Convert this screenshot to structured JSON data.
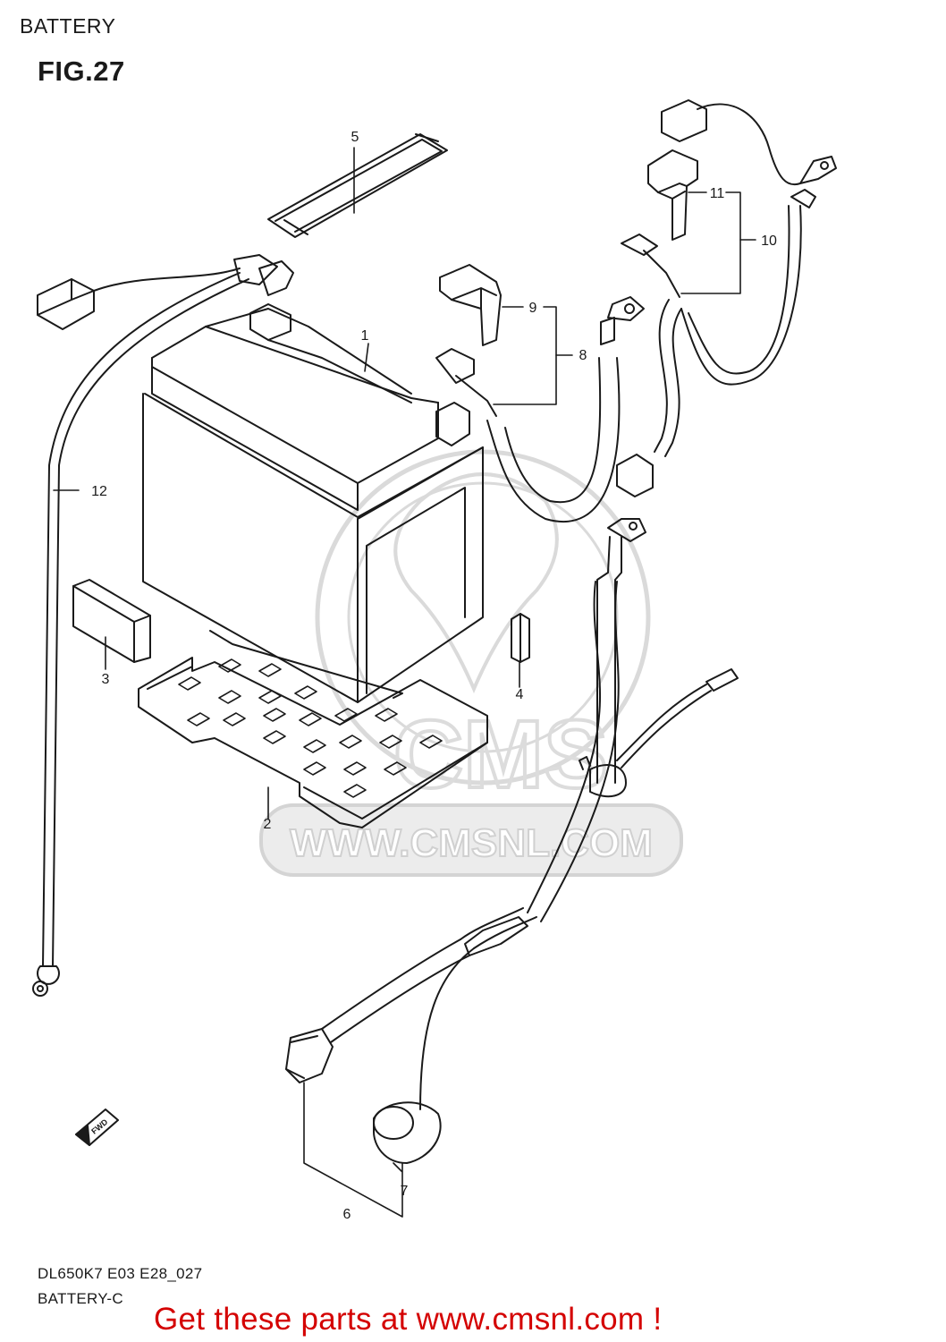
{
  "section_title": "BATTERY",
  "figure_label": "FIG.27",
  "watermark": {
    "emblem": "CMS",
    "url": "WWW.CMSNL.COM"
  },
  "fwd_marker": "FWD",
  "callouts": [
    {
      "id": "c1",
      "label": "1"
    },
    {
      "id": "c2",
      "label": "2"
    },
    {
      "id": "c3",
      "label": "3"
    },
    {
      "id": "c4",
      "label": "4"
    },
    {
      "id": "c5",
      "label": "5"
    },
    {
      "id": "c6",
      "label": "6"
    },
    {
      "id": "c7",
      "label": "7"
    },
    {
      "id": "c8",
      "label": "8"
    },
    {
      "id": "c9",
      "label": "9"
    },
    {
      "id": "c10",
      "label": "10"
    },
    {
      "id": "c11",
      "label": "11"
    },
    {
      "id": "c12",
      "label": "12"
    }
  ],
  "footer": {
    "model_code": "DL650K7 E03 E28_027",
    "group_code": "BATTERY-C",
    "link_text": "Get these parts at www.cmsnl.com !"
  },
  "colors": {
    "line": "#1a1a1a",
    "watermark": "#d9d9d9",
    "link": "#d40000"
  }
}
